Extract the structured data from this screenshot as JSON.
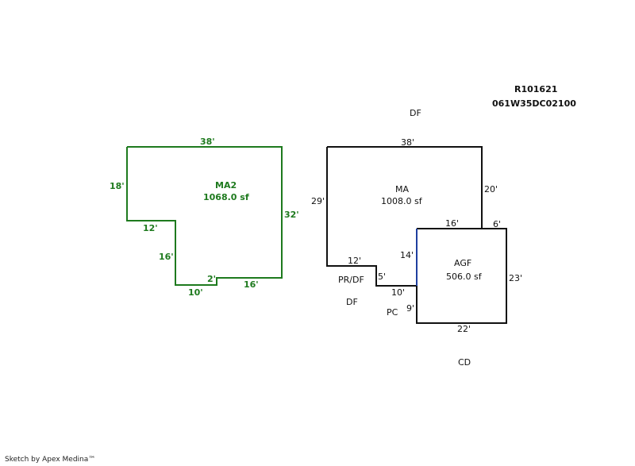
{
  "header": {
    "parcel_id": "R101621",
    "map_taxlot": "061W35DC02100"
  },
  "footer": {
    "credit": "Sketch by Apex Medina™"
  },
  "colors": {
    "ma2": "#1e7a1e",
    "main": "#111111",
    "agf_edge": "#1f3f9f"
  },
  "ma2": {
    "name": "MA2",
    "area": "1068.0 sf",
    "dims": {
      "top": "38'",
      "left": "18'",
      "step": "12'",
      "inner": "16'",
      "bottom_left": "10'",
      "notch": "2'",
      "bottom_right": "16'",
      "right": "32'"
    }
  },
  "ma": {
    "name": "MA",
    "area": "1008.0 sf",
    "dims": {
      "top": "38'",
      "left": "29'",
      "right": "20'",
      "bottom_left": "12'",
      "step": "5'",
      "step_bottom": "10'",
      "agf_top": "16'",
      "side": "14'"
    }
  },
  "agf": {
    "name": "AGF",
    "area": "506.0 sf",
    "dims": {
      "right_top": "6'",
      "right": "23'",
      "bottom": "22'",
      "left_lower": "9'"
    }
  },
  "labels": {
    "df_top": "DF",
    "pr_df": "PR/DF",
    "df_left": "DF",
    "pc": "PC",
    "cd": "CD"
  }
}
